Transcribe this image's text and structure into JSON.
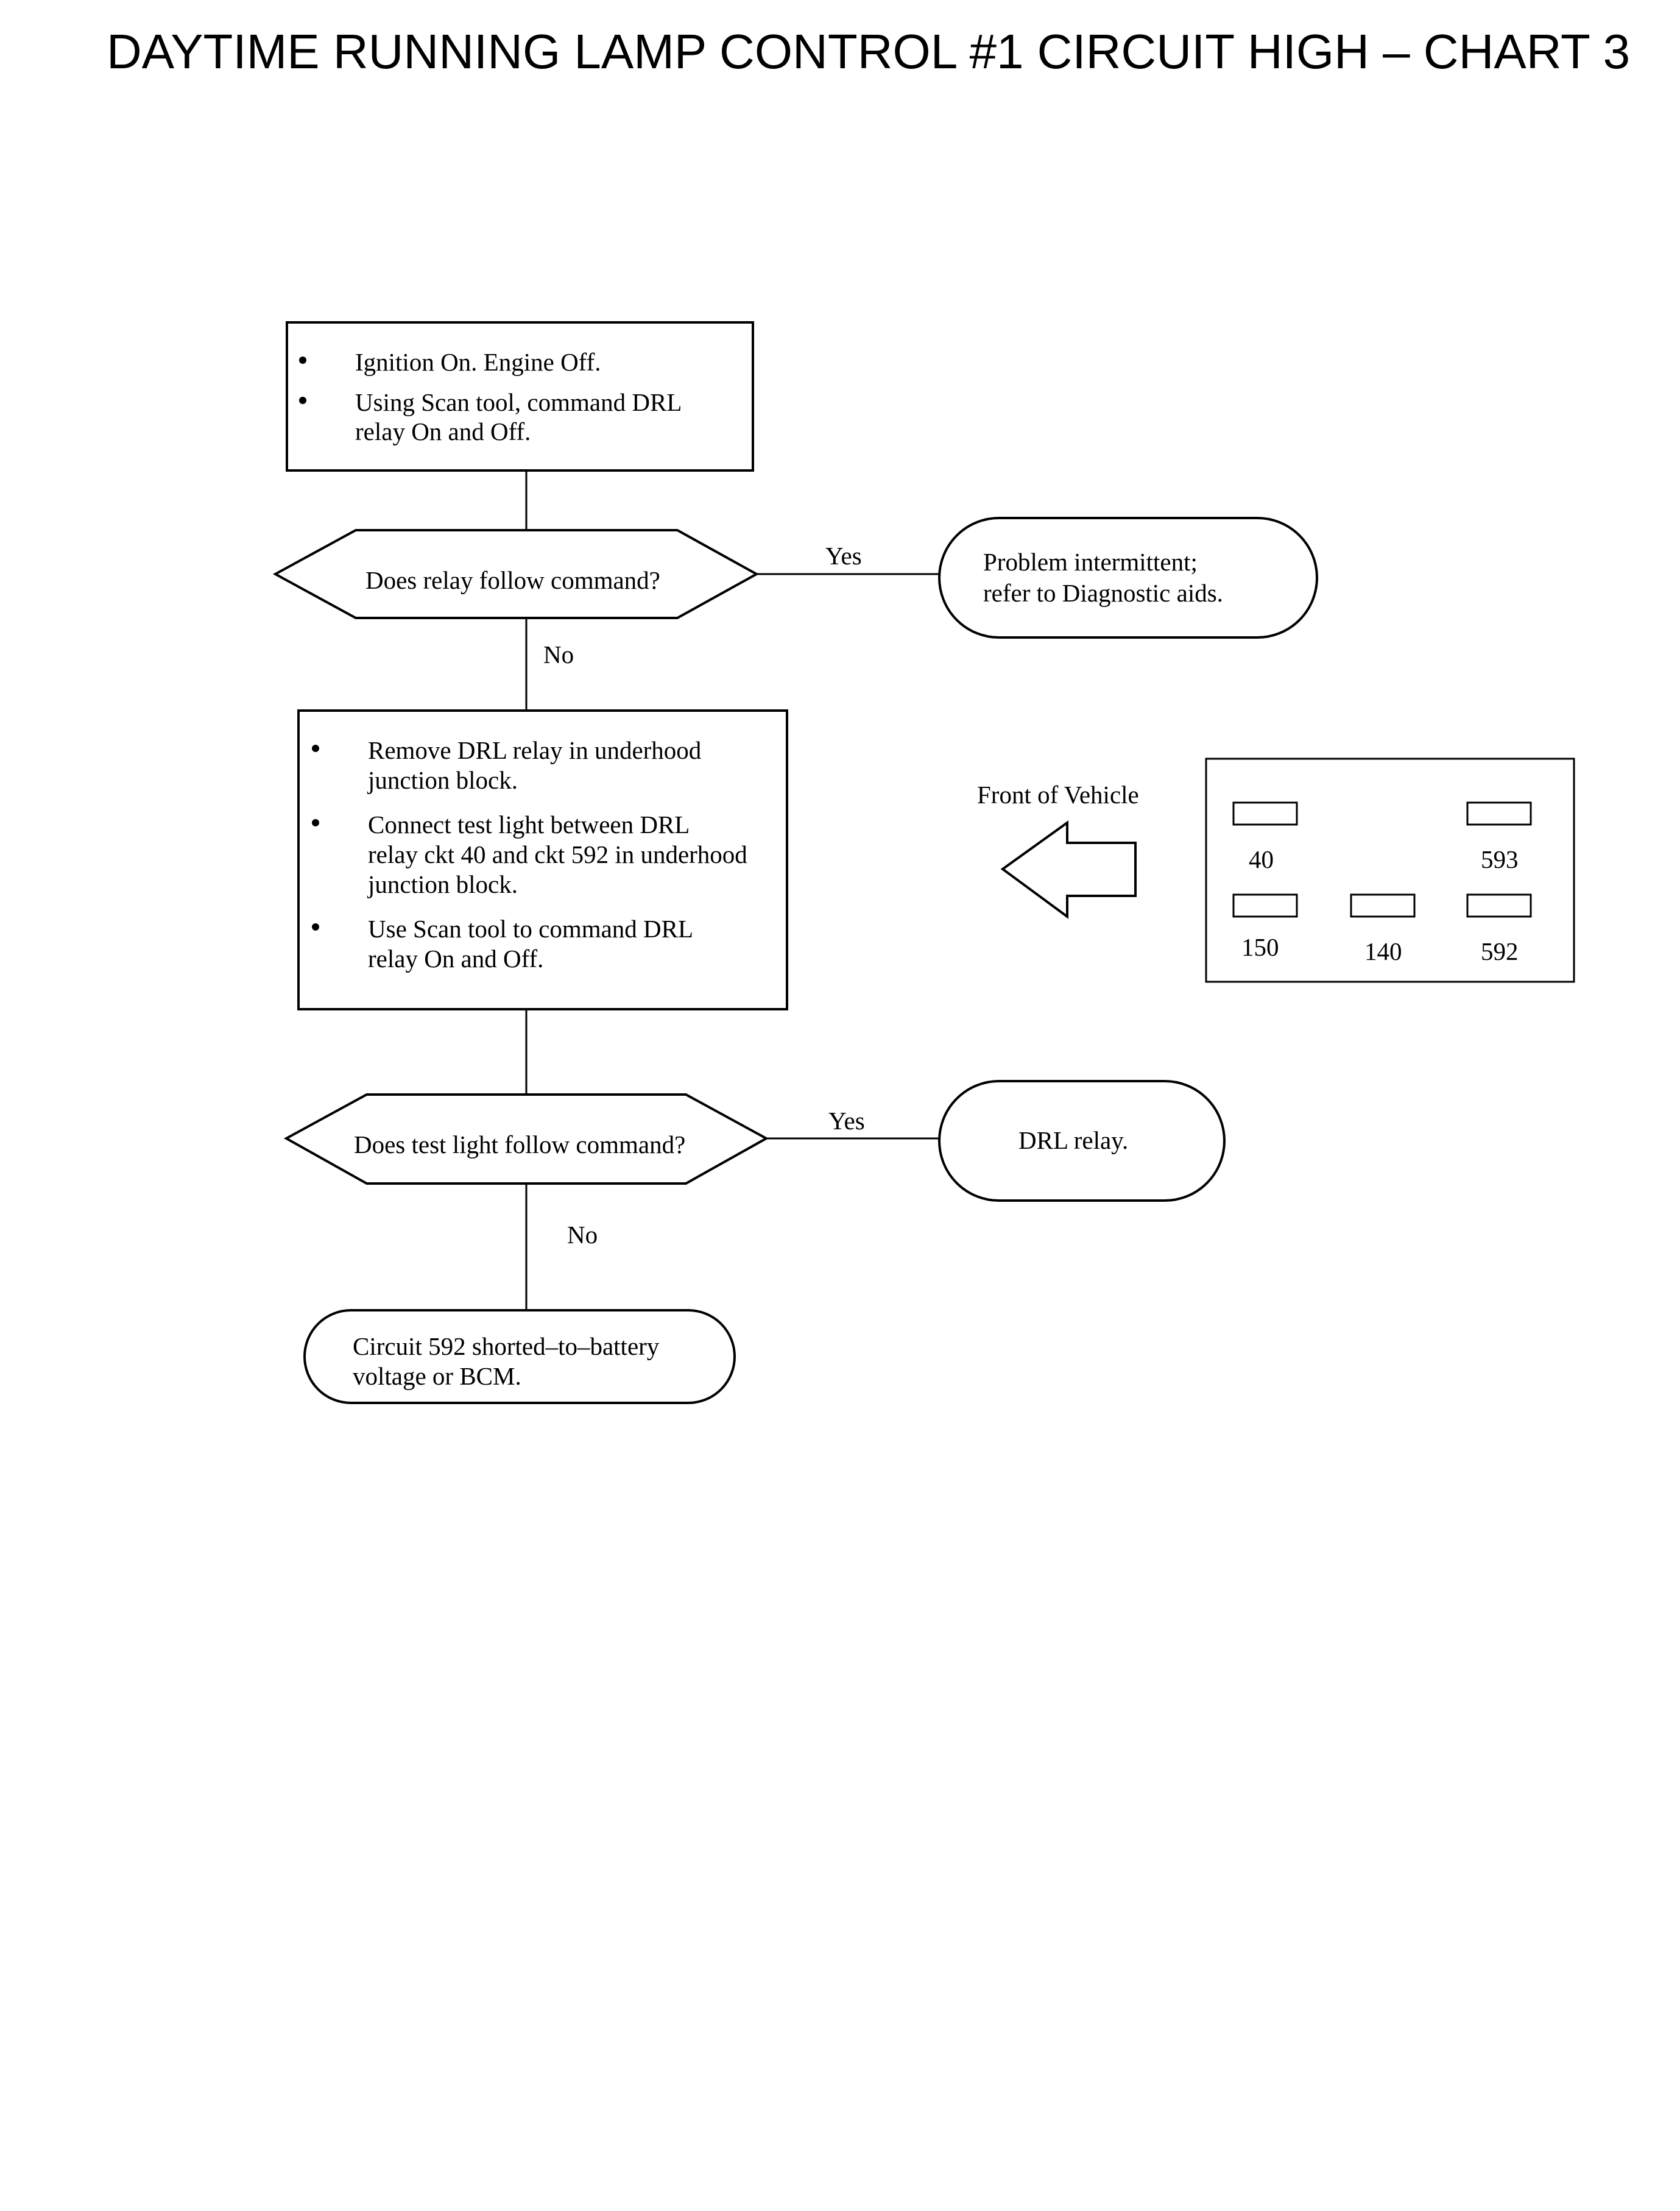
{
  "title": "DAYTIME RUNNING LAMP CONTROL #1 CIRCUIT HIGH – CHART 3",
  "step1": {
    "bullets": [
      [
        "Ignition On. Engine Off."
      ],
      [
        "Using Scan tool, command DRL",
        "relay On and Off."
      ]
    ]
  },
  "decision1": {
    "question": "Does relay follow command?",
    "yes_label": "Yes",
    "no_label": "No"
  },
  "result_intermittent": {
    "lines": [
      "Problem intermittent;",
      "refer to Diagnostic aids."
    ]
  },
  "step2": {
    "bullets": [
      [
        "Remove DRL relay in underhood",
        "junction block."
      ],
      [
        "Connect test light between DRL",
        "relay ckt 40 and ckt 592  in underhood",
        "junction block."
      ],
      [
        "Use Scan tool to command DRL",
        "relay On and Off."
      ]
    ]
  },
  "relay_diagram": {
    "front_label": "Front of Vehicle",
    "pins": [
      "40",
      "593",
      "150",
      "140",
      "592"
    ]
  },
  "decision2": {
    "question": "Does test light follow command?",
    "yes_label": "Yes",
    "no_label": "No"
  },
  "result_relay": {
    "lines": [
      "DRL relay."
    ]
  },
  "result_circuit": {
    "lines": [
      "Circuit 592 shorted–to–battery",
      "voltage or BCM."
    ]
  }
}
